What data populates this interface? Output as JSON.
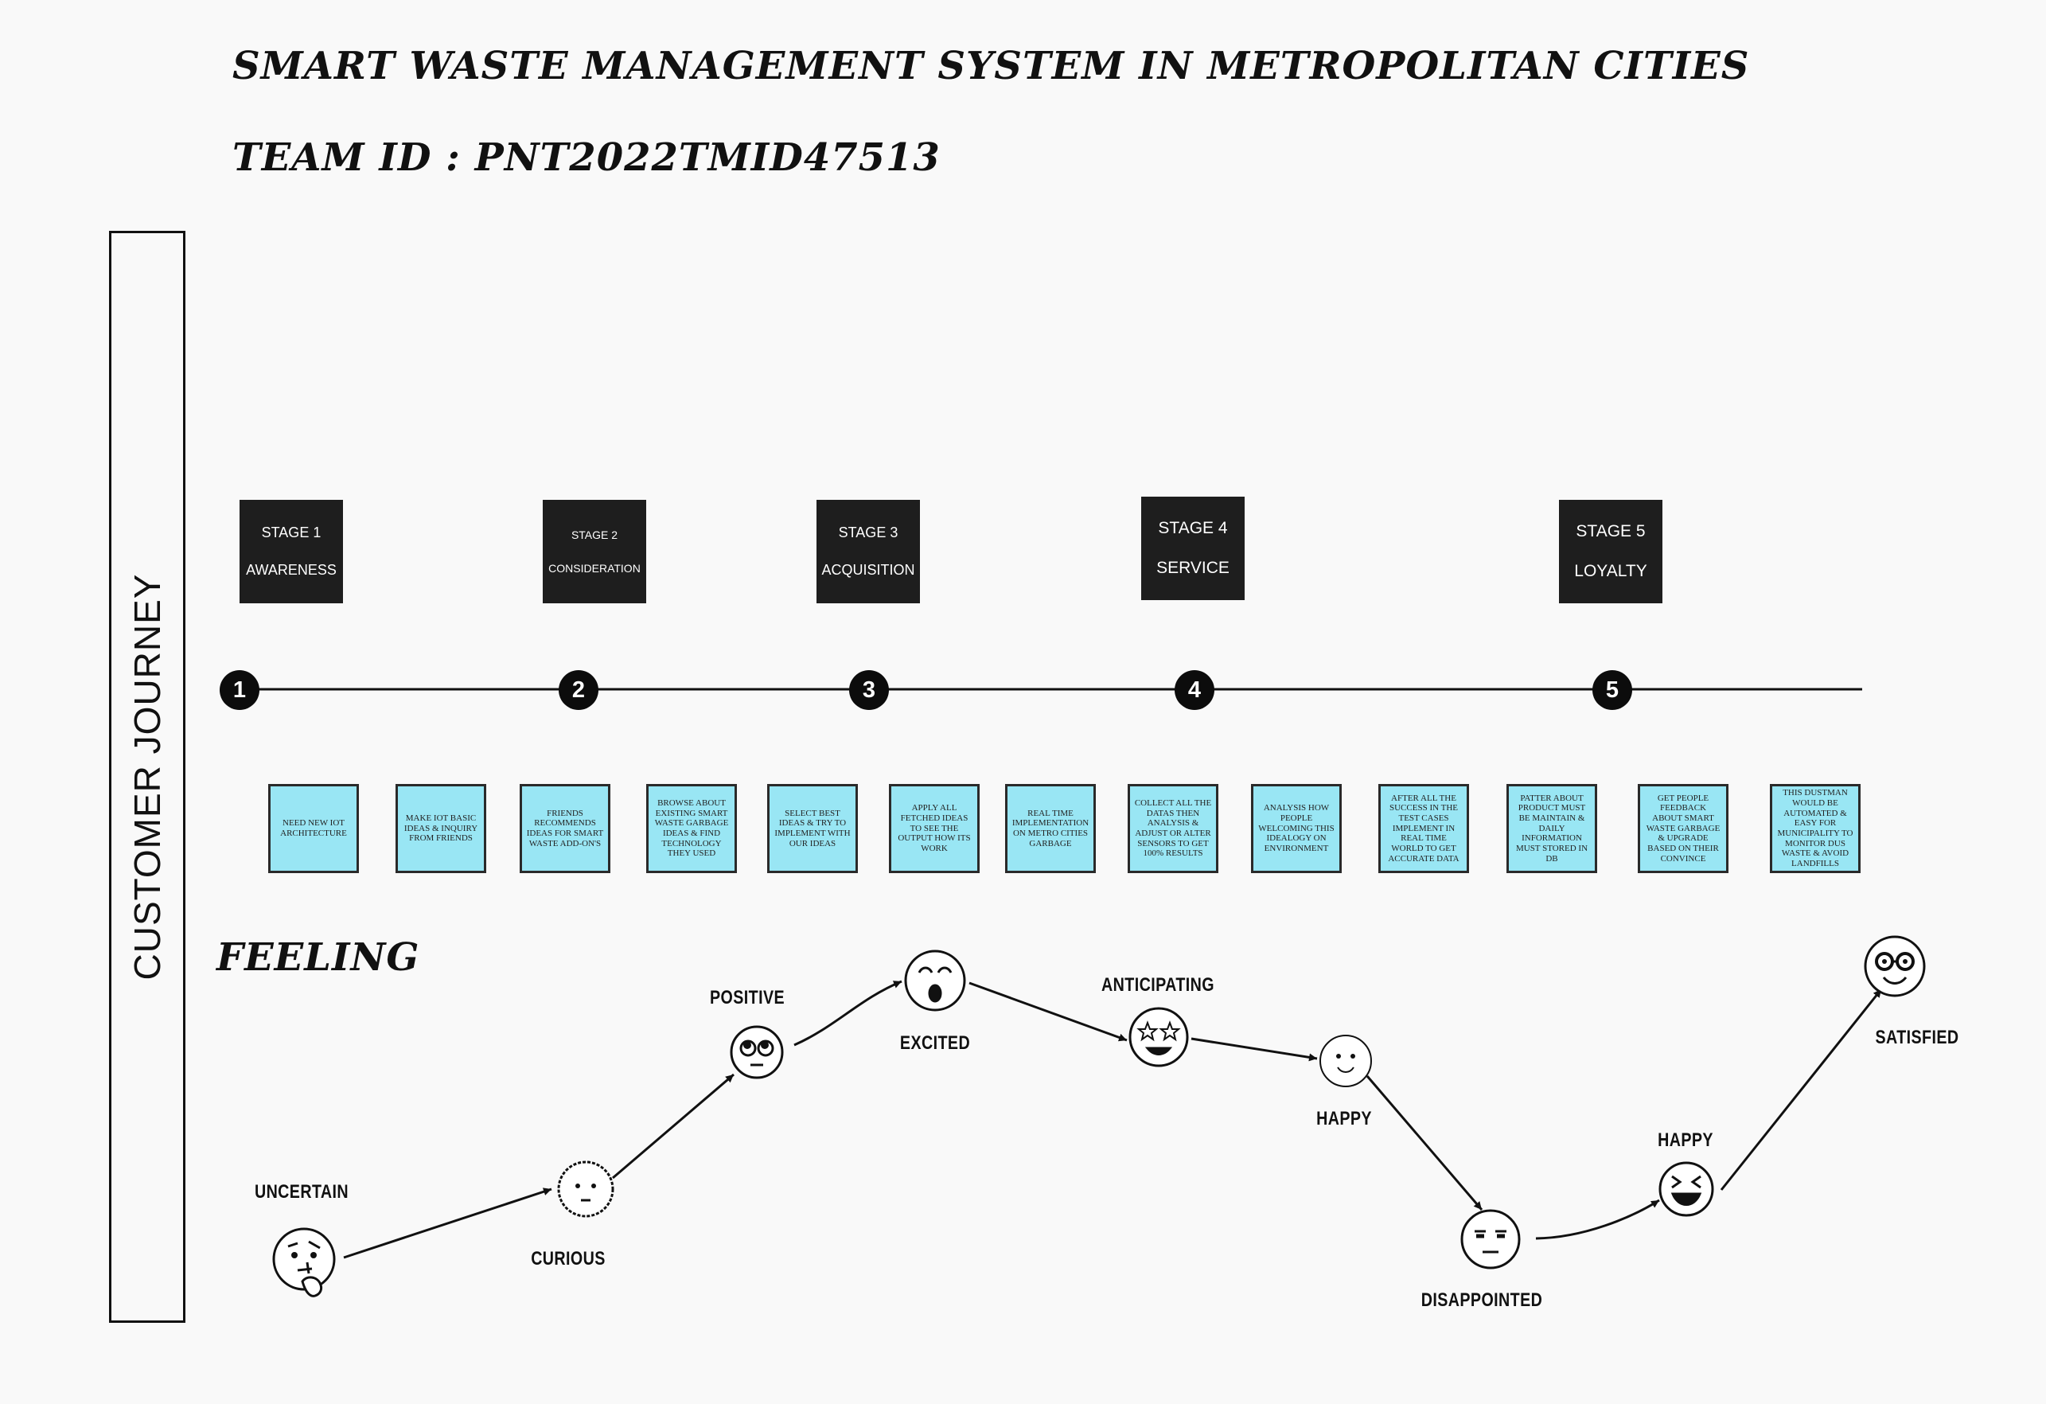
{
  "header": {
    "title": "SMART WASTE MANAGEMENT SYSTEM IN METROPOLITAN CITIES",
    "team_id": "TEAM ID :  PNT2022TMID47513"
  },
  "side_label": "CUSTOMER JOURNEY",
  "stages": [
    {
      "number_label": "STAGE 1",
      "name": "AWARENESS"
    },
    {
      "number_label": "STAGE 2",
      "name": "CONSIDERATION"
    },
    {
      "number_label": "STAGE 3",
      "name": "ACQUISITION"
    },
    {
      "number_label": "STAGE 4",
      "name": "SERVICE"
    },
    {
      "number_label": "STAGE 5",
      "name": "LOYALTY"
    }
  ],
  "timeline_markers": [
    "1",
    "2",
    "3",
    "4",
    "5"
  ],
  "notes": [
    {
      "text": "NEED NEW IOT ARCHITECTURE"
    },
    {
      "text": "MAKE IOT BASIC IDEAS & INQUIRY FROM FRIENDS"
    },
    {
      "text": "FRIENDS RECOMMENDS IDEAS FOR SMART WASTE ADD-ON'S"
    },
    {
      "text": "BROWSE ABOUT EXISTING SMART WASTE GARBAGE IDEAS & FIND TECHNOLOGY THEY USED"
    },
    {
      "text": "SELECT BEST IDEAS & TRY TO IMPLEMENT WITH OUR IDEAS"
    },
    {
      "text": "APPLY ALL FETCHED IDEAS TO SEE THE OUTPUT HOW ITS WORK"
    },
    {
      "text": "REAL TIME IMPLEMENTATION ON METRO CITIES GARBAGE"
    },
    {
      "text": "COLLECT ALL THE DATAS THEN ANALYSIS & ADJUST OR ALTER SENSORS TO GET 100% RESULTS"
    },
    {
      "text": "ANALYSIS HOW PEOPLE WELCOMING THIS IDEALOGY ON ENVIRONMENT"
    },
    {
      "text": "AFTER ALL THE SUCCESS IN THE TEST CASES IMPLEMENT IN REAL TIME WORLD TO GET ACCURATE DATA"
    },
    {
      "text": "PATTER ABOUT PRODUCT MUST BE MAINTAIN & DAILY INFORMATION MUST STORED IN DB"
    },
    {
      "text": "GET PEOPLE FEEDBACK ABOUT SMART WASTE GARBAGE & UPGRADE BASED ON THEIR CONVINCE"
    },
    {
      "text": "THIS DUSTMAN WOULD BE AUTOMATED & EASY FOR MUNICIPALITY TO MONITOR DUS WASTE & AVOID LANDFILLS"
    }
  ],
  "feeling": {
    "heading": "FEELING",
    "emotions": [
      {
        "label": "UNCERTAIN",
        "face": "thinking-face-icon"
      },
      {
        "label": "CURIOUS",
        "face": "neutral-face-icon"
      },
      {
        "label": "POSITIVE",
        "face": "rolling-eyes-face-icon"
      },
      {
        "label": "EXCITED",
        "face": "surprised-face-icon"
      },
      {
        "label": "ANTICIPATING",
        "face": "star-struck-face-icon"
      },
      {
        "label": "HAPPY",
        "face": "smiling-face-icon"
      },
      {
        "label": "DISAPPOINTED",
        "face": "unamused-face-icon"
      },
      {
        "label": "HAPPY",
        "face": "grinning-squint-face-icon"
      },
      {
        "label": "SATISFIED",
        "face": "nerd-face-icon"
      }
    ]
  },
  "colors": {
    "background": "#f9f9f9",
    "stage_box": "#1e1e1e",
    "sticky_note": "#99e6f4",
    "ink": "#111111"
  }
}
